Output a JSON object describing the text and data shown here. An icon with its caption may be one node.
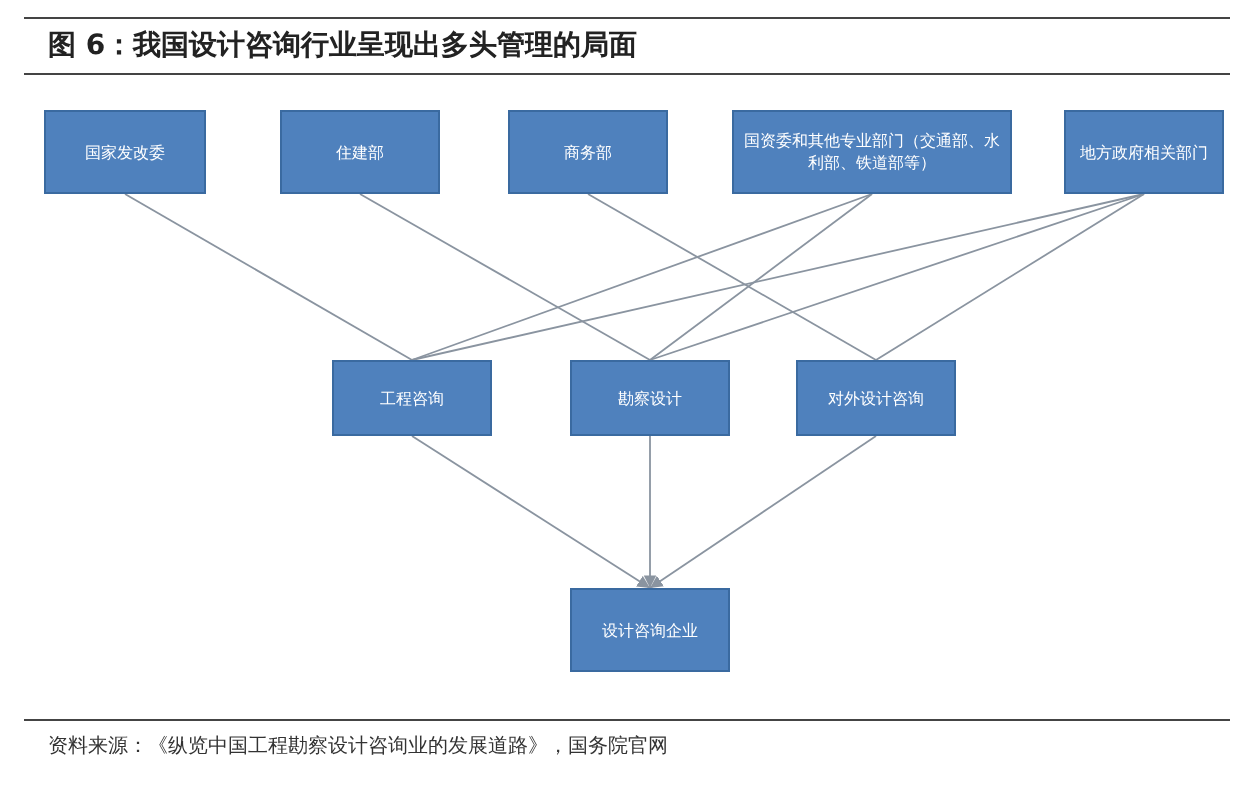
{
  "diagram": {
    "title": "图 6：我国设计咨询行业呈现出多头管理的局面",
    "caption": "资料来源：《纵览中国工程勘察设计咨询业的发展道路》，国务院官网",
    "nodes": [
      {
        "text": [
          "国家发改委"
        ]
      },
      {
        "text": [
          "住建部"
        ]
      },
      {
        "text": [
          "商务部"
        ]
      },
      {
        "text": [
          "国资委和其他专业部门（交通部、水利部、铁道部等）"
        ]
      },
      {
        "text": [
          "地方政府相关部门"
        ]
      },
      {
        "text": [
          "工程咨询"
        ]
      },
      {
        "text": [
          "勘察设计"
        ]
      },
      {
        "text": [
          "对外设计咨询"
        ]
      },
      {
        "text": [
          "设计咨询企业"
        ]
      }
    ],
    "edges": [
      {
        "from": 0,
        "to": 5,
        "arrow": "none"
      },
      {
        "from": 1,
        "to": 6,
        "arrow": "none"
      },
      {
        "from": 2,
        "to": 7,
        "arrow": "none"
      },
      {
        "from": 3,
        "to": 5,
        "arrow": "none"
      },
      {
        "from": 3,
        "to": 6,
        "arrow": "none"
      },
      {
        "from": 4,
        "to": 5,
        "arrow": "none"
      },
      {
        "from": 4,
        "to": 6,
        "arrow": "none"
      },
      {
        "from": 4,
        "to": 7,
        "arrow": "none"
      },
      {
        "from": 5,
        "to": 8,
        "arrow": "to"
      },
      {
        "from": 6,
        "to": 8,
        "arrow": "to"
      },
      {
        "from": 7,
        "to": 8,
        "arrow": "to"
      }
    ]
  }
}
